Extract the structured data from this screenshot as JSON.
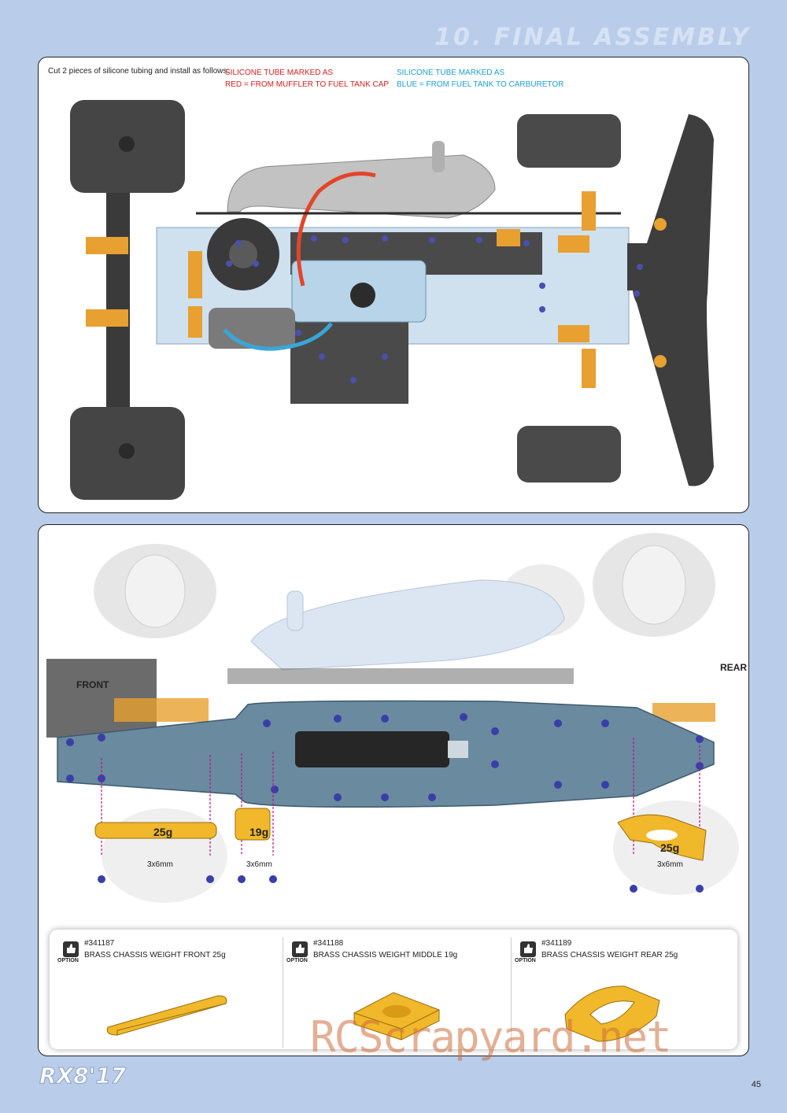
{
  "header": {
    "section_title": "10. FINAL ASSEMBLY"
  },
  "step1": {
    "intro": "Cut 2 pieces of silicone tubing and install as follows:",
    "red_tube": {
      "line1": "SILICONE TUBE MARKED AS",
      "line2": "RED = FROM MUFFLER TO FUEL TANK CAP",
      "color": "#d62020"
    },
    "blue_tube": {
      "line1": "SILICONE TUBE MARKED AS",
      "line2": "BLUE = FROM FUEL TANK TO CARBURETOR",
      "color": "#1c9fd0"
    }
  },
  "step2": {
    "front_label": "FRONT",
    "rear_label": "REAR",
    "weights": [
      {
        "weight": "25g",
        "screw": "3x6mm"
      },
      {
        "weight": "19g",
        "screw": "3x6mm"
      },
      {
        "weight": "25g",
        "screw": "3x6mm"
      }
    ]
  },
  "options": [
    {
      "part_no": "#341187",
      "name": "BRASS CHASSIS WEIGHT FRONT 25g",
      "tag": "OPTION"
    },
    {
      "part_no": "#341188",
      "name": "BRASS CHASSIS WEIGHT MIDDLE 19g",
      "tag": "OPTION"
    },
    {
      "part_no": "#341189",
      "name": "BRASS CHASSIS WEIGHT REAR 25g",
      "tag": "OPTION"
    }
  ],
  "footer": {
    "logo": "RX8'17",
    "page_number": "45",
    "watermark": "RCScrapyard.net"
  },
  "colors": {
    "background": "#b9cdea",
    "aluminium": "#e8a030",
    "chassis": "#6a8aa0",
    "screw": "#4a4fb0"
  }
}
